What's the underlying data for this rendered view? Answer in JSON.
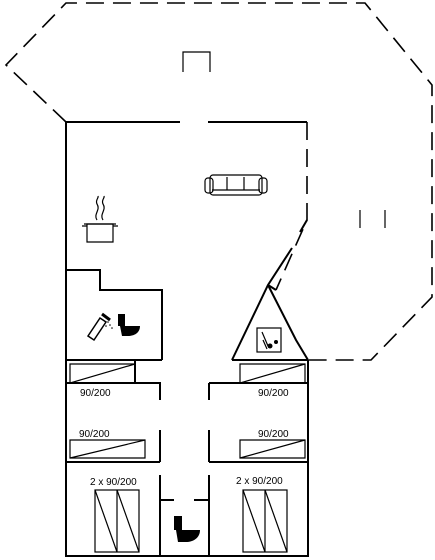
{
  "floorplan": {
    "rooms": {
      "bedroom_1": {
        "bed_label": "90/200"
      },
      "bedroom_2": {
        "bed_label": "90/200"
      },
      "bedroom_3": {
        "bed_label": "90/200"
      },
      "bedroom_4": {
        "bed_label": "90/200"
      },
      "bedroom_5": {
        "bed_label": "2 x 90/200"
      },
      "bedroom_6": {
        "bed_label": "2 x 90/200"
      }
    },
    "icons": [
      "sofa-icon",
      "cooking-pot-icon",
      "shower-icon",
      "toilet-icon",
      "washing-machine-icon",
      "chimney-icon"
    ]
  }
}
